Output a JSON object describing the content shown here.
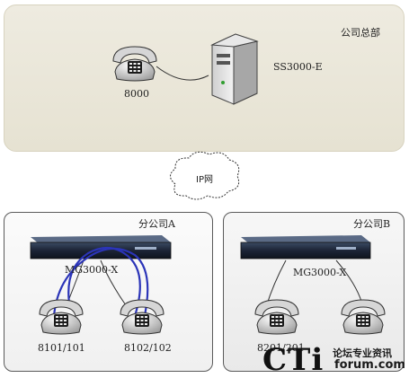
{
  "headquarters": {
    "label": "公司总部",
    "server_label": "SS3000-E",
    "phone_label": "8000"
  },
  "network": {
    "label": "IP网"
  },
  "branch_a": {
    "label": "分公司A",
    "gateway_label": "MG3000-X",
    "phone1_label": "8101/101",
    "phone2_label": "8102/102"
  },
  "branch_b": {
    "label": "分公司B",
    "gateway_label": "MG3000-X",
    "phone1_label": "8201/201"
  },
  "watermark": {
    "main": "CTi",
    "cn": "论坛专业资讯",
    "domain": "forum.com"
  },
  "colors": {
    "hq_bg": "#e8e4d4",
    "loop_wire": "#2b34b8",
    "device": "#1f2a3a"
  }
}
